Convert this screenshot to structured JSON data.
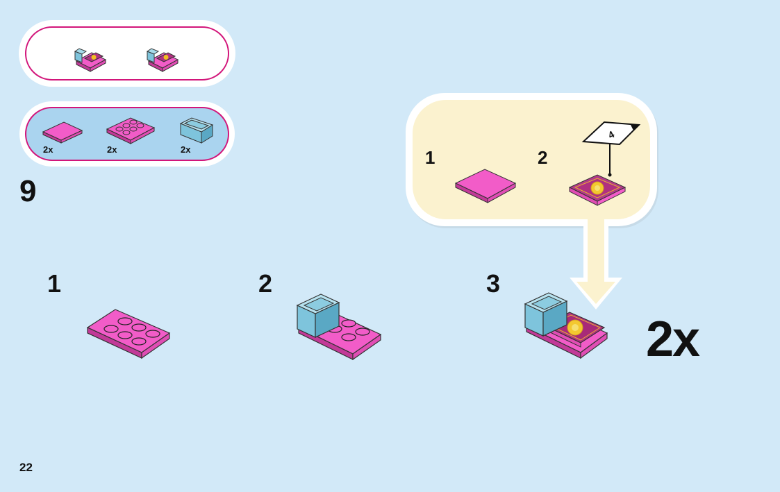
{
  "page": {
    "number": "22"
  },
  "step": {
    "number": "9"
  },
  "parts_list": {
    "items": [
      {
        "part": "pink-tile-2x2",
        "quantity": "2x"
      },
      {
        "part": "pink-plate-2x4",
        "quantity": "2x"
      },
      {
        "part": "light-blue-chair-back",
        "quantity": "2x"
      }
    ]
  },
  "callout": {
    "substeps": [
      {
        "number": "1",
        "part": "pink-tile-2x2"
      },
      {
        "number": "2",
        "part": "sticker-tile"
      }
    ],
    "sticker_number": "4"
  },
  "substeps": [
    {
      "number": "1"
    },
    {
      "number": "2"
    },
    {
      "number": "3"
    }
  ],
  "multiplier": "2x",
  "colors": {
    "background": "#d2e9f8",
    "accent_magenta": "#d2157a",
    "pink_brick": "#f25cc8",
    "light_blue_brick": "#7ec4dc",
    "callout_fill": "#fbf2cf"
  }
}
